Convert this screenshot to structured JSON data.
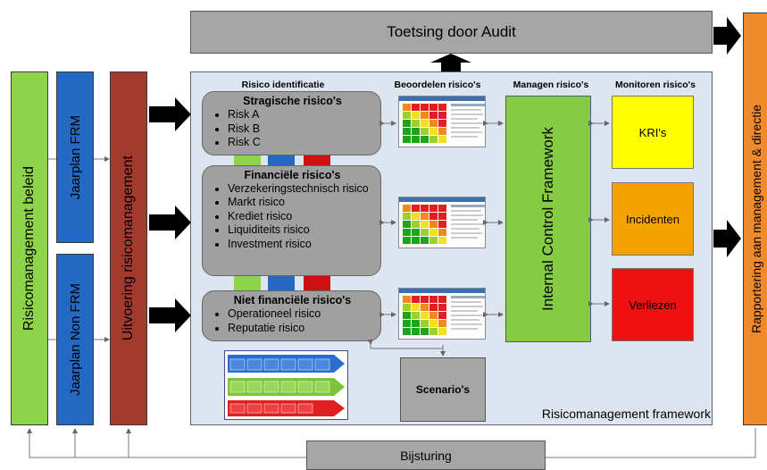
{
  "diagram": {
    "audit_label": "Toetsing door Audit",
    "left_bars": {
      "beleid": "Risicomanagement beleid",
      "jaarplan_frm": "Jaarplan FRM",
      "jaarplan_non_frm": "Jaarplan Non FRM",
      "uitvoering": "Uitvoering risicomanagement"
    },
    "right_bar": "Rapportering aan management & directie",
    "bottom_label": "Bijsturing",
    "framework_label": "Risicomanagement framework",
    "column_headers": {
      "identificatie": "Risico identificatie",
      "beoordelen": "Beoordelen risico's",
      "managen": "Managen risico's",
      "monitoren": "Monitoren risico's"
    },
    "risk_groups": [
      {
        "title": "Stragische risico's",
        "items": [
          "Risk A",
          "Risk B",
          "Risk C"
        ]
      },
      {
        "title": "Financiële risico's",
        "items": [
          "Verzekeringstechnisch risico",
          "Markt risico",
          "Krediet risico",
          "Liquiditeits risico",
          "Investment risico"
        ]
      },
      {
        "title": "Niet financiële risico's",
        "items": [
          "Operationeel risico",
          "Reputatie risico"
        ]
      }
    ],
    "icf_label": "Internal Control Framework",
    "monitors": [
      {
        "label": "KRI's",
        "color": "#ffff00"
      },
      {
        "label": "Incidenten",
        "color": "#f4a300"
      },
      {
        "label": "Verliezen",
        "color": "#ee1111"
      }
    ],
    "scenario_label": "Scenario's",
    "colors": {
      "green": "#8dd44a",
      "blue": "#2369c4",
      "red_brown": "#a33a2e",
      "orange": "#f08a2a",
      "gray": "#a6a6a6",
      "framework_bg": "#dde5f0",
      "icf_green": "#86cc43"
    }
  }
}
